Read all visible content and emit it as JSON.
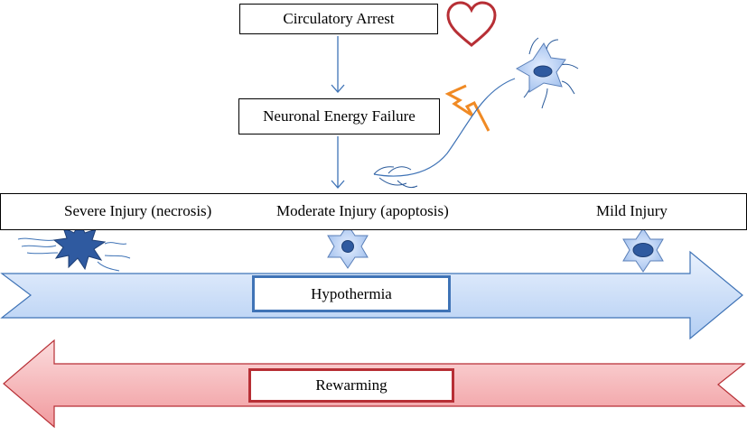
{
  "flow": {
    "top_box": "Circulatory Arrest",
    "middle_box": "Neuronal Energy Failure"
  },
  "injury_scale": {
    "severe": "Severe Injury (necrosis)",
    "moderate": "Moderate Injury (apoptosis)",
    "mild": "Mild Injury"
  },
  "arrows": {
    "hypothermia": "Hypothermia",
    "rewarming": "Rewarming"
  },
  "icons": [
    "heart-icon",
    "lightning-icon",
    "neuron-icon",
    "necrotic-cell-icon",
    "apoptotic-cell-icon",
    "mild-cell-icon"
  ],
  "colors": {
    "hypothermia_fill": "#bcd4f5",
    "hypothermia_border": "#3f73b6",
    "rewarming_fill": "#f4a7aa",
    "rewarming_border": "#b72f35",
    "flow_arrow": "#3f73b6",
    "heart": "#b72f35",
    "lightning": "#f08a24"
  }
}
